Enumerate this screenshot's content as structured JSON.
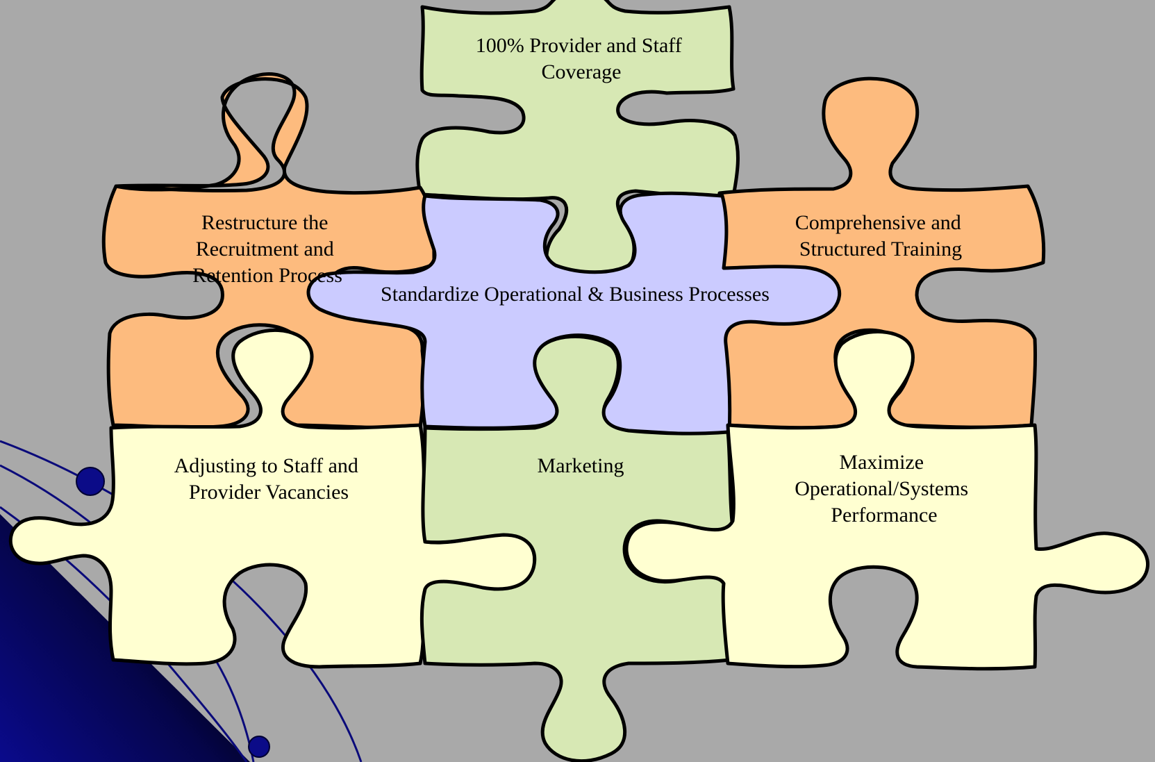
{
  "slide": {
    "background_color": "#a9a9a9"
  },
  "colors": {
    "green": "#d7e8b4",
    "orange": "#fdbb7e",
    "lavender": "#cbcbff",
    "cream": "#ffffd1",
    "outline": "#000000",
    "arc": "#0a0a7a",
    "corner_gradient_dark": "#000000",
    "corner_gradient_blue": "#0a0a8c"
  },
  "puzzle": {
    "pieces": [
      {
        "id": "top-center",
        "color": "green",
        "lines": [
          "100% Provider and Staff",
          "Coverage"
        ]
      },
      {
        "id": "top-left",
        "color": "orange",
        "lines": [
          "Restructure the",
          "Recruitment and",
          "Retention Process"
        ]
      },
      {
        "id": "top-right",
        "color": "orange",
        "lines": [
          "Comprehensive and",
          "Structured Training"
        ]
      },
      {
        "id": "center",
        "color": "lavender",
        "lines": [
          "Standardize Operational & Business Processes"
        ]
      },
      {
        "id": "bottom-left",
        "color": "cream",
        "lines": [
          "Adjusting to Staff and",
          "Provider Vacancies"
        ]
      },
      {
        "id": "bottom-center",
        "color": "green",
        "lines": [
          "Marketing"
        ]
      },
      {
        "id": "bottom-right",
        "color": "cream",
        "lines": [
          "Maximize",
          "Operational/Systems",
          "Performance"
        ]
      }
    ]
  },
  "decoration": {
    "icons": [
      "corner-gradient-triangle",
      "orbit-arc",
      "orbit-dot"
    ]
  }
}
